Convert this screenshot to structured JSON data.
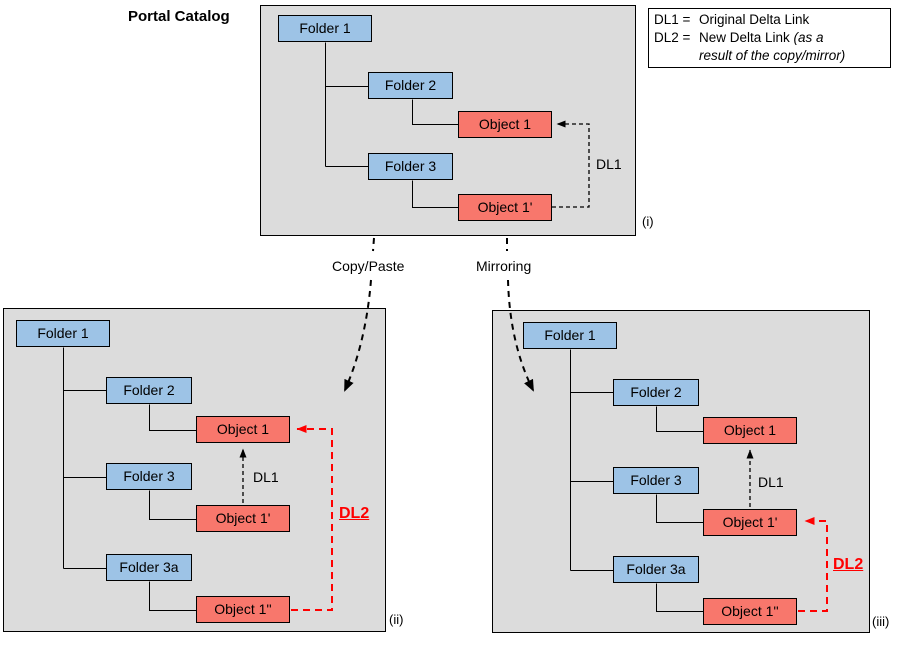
{
  "title": "Portal Catalog",
  "legend": {
    "rows": [
      {
        "term": "DL1 =",
        "text": "Original Delta Link",
        "italic": ""
      },
      {
        "term": "DL2 =",
        "text": "New Delta Link ",
        "italic": "(as a"
      },
      {
        "term": "",
        "text": "",
        "italic": "result of the copy/mirror)"
      }
    ]
  },
  "transitions": {
    "copy_paste": "Copy/Paste",
    "mirroring": "Mirroring"
  },
  "panels": {
    "i": {
      "caption": "(i)",
      "nodes": {
        "folder1": "Folder 1",
        "folder2": "Folder 2",
        "object1": "Object 1",
        "folder3": "Folder 3",
        "object1p": "Object 1'"
      },
      "links": {
        "dl1": "DL1"
      }
    },
    "ii": {
      "caption": "(ii)",
      "nodes": {
        "folder1": "Folder 1",
        "folder2": "Folder 2",
        "object1": "Object 1",
        "folder3": "Folder 3",
        "object1p": "Object 1'",
        "folder3a": "Folder 3a",
        "object1pp": "Object 1''"
      },
      "links": {
        "dl1": "DL1",
        "dl2": "DL2"
      }
    },
    "iii": {
      "caption": "(iii)",
      "nodes": {
        "folder1": "Folder 1",
        "folder2": "Folder 2",
        "object1": "Object 1",
        "folder3": "Folder 3",
        "object1p": "Object 1'",
        "folder3a": "Folder 3a",
        "object1pp": "Object 1''"
      },
      "links": {
        "dl1": "DL1",
        "dl2": "DL2"
      }
    }
  },
  "colors": {
    "panel_bg": "#dcdcdc",
    "folder_fill": "#9dc3e6",
    "object_fill": "#f8776c",
    "dl2_red": "#ff0000",
    "line_black": "#000000"
  }
}
